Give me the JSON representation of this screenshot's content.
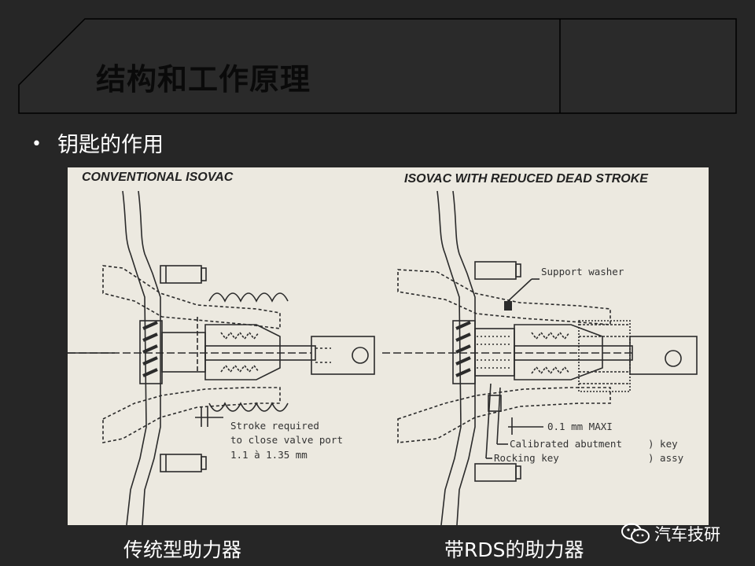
{
  "slide": {
    "title": "结构和工作原理",
    "bullet": "钥匙的作用"
  },
  "figure": {
    "left_heading": "CONVENTIONAL ISOVAC",
    "right_heading": "ISOVAC WITH REDUCED DEAD STROKE",
    "left_notes": [
      "Stroke required",
      "to close valve port",
      "1.1 à 1.35 mm"
    ],
    "right_notes": {
      "support_washer": "Support washer",
      "stroke": "0.1 mm MAXI",
      "calibrated": "Calibrated abutment",
      "rocking": "Rocking key",
      "key": ") key",
      "assy": ") assy"
    }
  },
  "captions": {
    "left": "传统型助力器",
    "right": "带RDS的助力器"
  },
  "watermark": {
    "text": "汽车技研",
    "icon": "wechat-icon"
  }
}
